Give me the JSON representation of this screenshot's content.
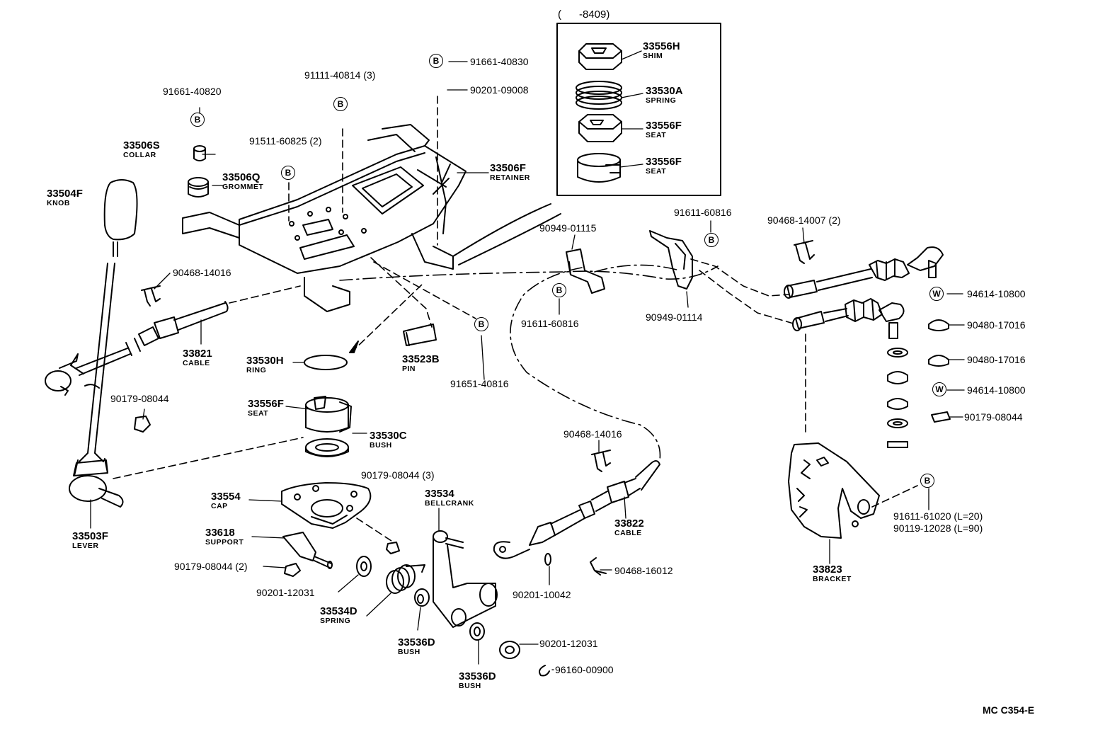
{
  "inset_note": "(      -8409)",
  "footer_code": "MC C354-E",
  "mark_b": "B",
  "mark_w": "W",
  "parts": {
    "p33504F": {
      "num": "33504F",
      "name": "KNOB"
    },
    "p33506S": {
      "num": "33506S",
      "name": "COLLAR"
    },
    "p33506Q": {
      "num": "33506Q",
      "name": "GROMMET"
    },
    "p33506F": {
      "num": "33506F",
      "name": "RETAINER"
    },
    "p33821": {
      "num": "33821",
      "name": "CABLE"
    },
    "p33530H": {
      "num": "33530H",
      "name": "RING"
    },
    "p33523B": {
      "num": "33523B",
      "name": "PIN"
    },
    "p33556F_a": {
      "num": "33556F",
      "name": "SEAT"
    },
    "p33530C": {
      "num": "33530C",
      "name": "BUSH"
    },
    "p33554": {
      "num": "33554",
      "name": "CAP"
    },
    "p33618": {
      "num": "33618",
      "name": "SUPPORT"
    },
    "p33503F": {
      "num": "33503F",
      "name": "LEVER"
    },
    "p33534": {
      "num": "33534",
      "name": "BELLCRANK"
    },
    "p33534D": {
      "num": "33534D",
      "name": "SPRING"
    },
    "p33536D_a": {
      "num": "33536D",
      "name": "BUSH"
    },
    "p33536D_b": {
      "num": "33536D",
      "name": "BUSH"
    },
    "p33822": {
      "num": "33822",
      "name": "CABLE"
    },
    "p33823": {
      "num": "33823",
      "name": "BRACKET"
    },
    "p33556H": {
      "num": "33556H",
      "name": "SHIM"
    },
    "p33530A": {
      "num": "33530A",
      "name": "SPRING"
    },
    "p33556F_b": {
      "num": "33556F",
      "name": "SEAT"
    },
    "p33556F_c": {
      "num": "33556F",
      "name": "SEAT"
    }
  },
  "part_numbers": {
    "n91661_40820": "91661-40820",
    "n91111_40814": "91111-40814 (3)",
    "n91661_40830": "91661-40830",
    "n90201_09008": "90201-09008",
    "n91511_60825": "91511-60825 (2)",
    "n90468_14016_a": "90468-14016",
    "n90179_08044_a": "90179-08044",
    "n91651_40816": "91651-40816",
    "n90179_08044_3": "90179-08044 (3)",
    "n90179_08044_2": "90179-08044 (2)",
    "n90201_12031_a": "90201-12031",
    "n90949_01115": "90949-01115",
    "n91611_60816_a": "91611-60816",
    "n91611_60816_b": "91611-60816",
    "n90949_01114": "90949-01114",
    "n90468_14007": "90468-14007 (2)",
    "n94614_10800_a": "94614-10800",
    "n90480_17016_a": "90480-17016",
    "n90480_17016_b": "90480-17016",
    "n94614_10800_b": "94614-10800",
    "n90179_08044_b": "90179-08044",
    "n90468_14016_b": "90468-14016",
    "n90201_10042": "90201-10042",
    "n90468_16012": "90468-16012",
    "n91611_61020": "91611-61020 (L=20)",
    "n90119_12028": "90119-12028 (L=90)",
    "n90201_12031_b": "90201-12031",
    "n96160_00900": "96160-00900"
  }
}
